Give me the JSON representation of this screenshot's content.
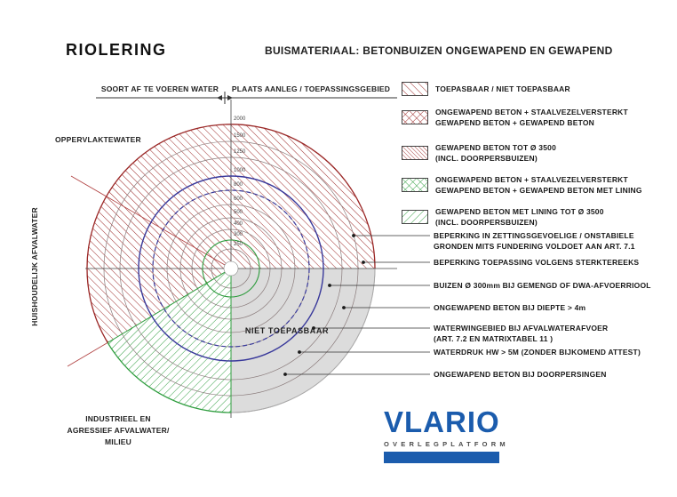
{
  "header": {
    "title": "RIOLERING",
    "subtitle": "BUISMATERIAAL: BETONBUIZEN ONGEWAPEND EN GEWAPEND"
  },
  "axis": {
    "left_label": "SOORT AF TE VOEREN WATER",
    "right_label": "PLAATS AANLEG / TOEPASSINGSGEBIED"
  },
  "diagram": {
    "sector_labels": {
      "surface_water": "OPPERVLAKTEWATER",
      "household": "HUISHOUDELIJK AFVALWATER",
      "industrial_line1": "INDUSTRIEEL EN",
      "industrial_line2": "AGRESSIEF AFVALWATER/",
      "industrial_line3": "MILIEU",
      "not_applicable": "NIET TOEPASBAAR"
    },
    "ring_labels": [
      "2000",
      "1500",
      "1250",
      "1000",
      "800",
      "600",
      "500",
      "400",
      "300",
      "250"
    ]
  },
  "legend": [
    {
      "pattern": "red-hatch",
      "lines": [
        "TOEPASBAAR / NIET TOEPASBAAR"
      ]
    },
    {
      "pattern": "red-cross",
      "lines": [
        "ONGEWAPEND BETON + STAALVEZELVERSTERKT",
        "GEWAPEND BETON + GEWAPEND BETON"
      ]
    },
    {
      "pattern": "red-dense",
      "lines": [
        "GEWAPEND BETON TOT Ø 3500",
        "(INCL. DOORPERSBUIZEN)"
      ]
    },
    {
      "pattern": "green-cross",
      "lines": [
        "ONGEWAPEND BETON + STAALVEZELVERSTERKT",
        "GEWAPEND BETON + GEWAPEND BETON MET LINING"
      ]
    },
    {
      "pattern": "green-hatch",
      "lines": [
        "GEWAPEND BETON MET LINING TOT Ø 3500",
        "(INCL. DOORPERSBUIZEN)"
      ]
    }
  ],
  "annotations": [
    {
      "lines": [
        "BEPERKING IN ZETTINGSGEVOELIGE / ONSTABIELE",
        "GRONDEN MITS FUNDERING VOLDOET AAN ART. 7.1"
      ]
    },
    {
      "lines": [
        "BEPERKING TOEPASSING VOLGENS STERKTEREEKS"
      ]
    },
    {
      "lines": [
        "BUIZEN Ø 300mm BIJ GEMENGD OF DWA-AFVOERRIOOL"
      ]
    },
    {
      "lines": [
        "ONGEWAPEND BETON BIJ DIEPTE > 4m"
      ]
    },
    {
      "lines": [
        "WATERWINGEBIED BIJ AFVALWATERAFVOER",
        "(ART. 7.2 EN MATRIXTABEL 11 )"
      ]
    },
    {
      "lines": [
        "WATERDRUK HW > 5M (ZONDER BIJKOMEND ATTEST)"
      ]
    },
    {
      "lines": [
        "ONGEWAPEND BETON BIJ DOORPERSINGEN"
      ]
    }
  ],
  "logo": {
    "name": "VLARIO",
    "tagline": "OVERLEGPLATFORM"
  },
  "colors": {
    "red_hatch": "#9b2726",
    "green_hatch": "#2f9e3f",
    "blue_limit": "#39399b",
    "gray_zone": "#dcdcdc",
    "logo_blue": "#1b5cad"
  }
}
